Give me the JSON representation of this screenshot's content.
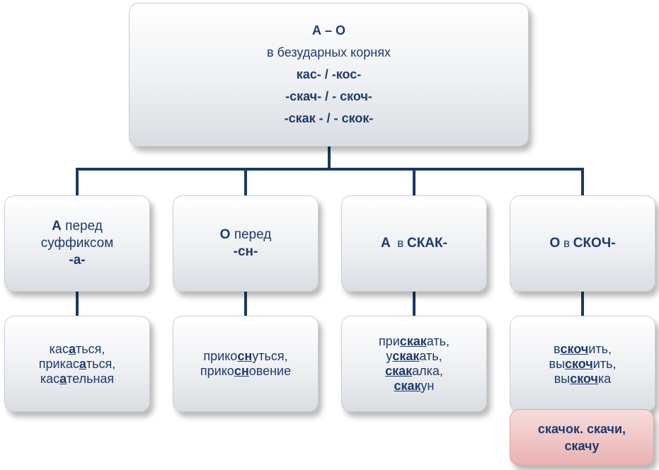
{
  "root": {
    "title": "А – О",
    "subtitle": "в безударных корнях",
    "roots": [
      "кас- / -кос-",
      "-скач- / - скоч-",
      "-скак - / - скок-"
    ]
  },
  "rules": [
    {
      "bold": "А",
      "text": " перед",
      "line2": "суффиксом",
      "line3": "-а-"
    },
    {
      "bold": "О",
      "text": " перед",
      "line2": "-сн-"
    },
    {
      "bold": "А",
      "text": "  в ",
      "bold2": "СКАК-"
    },
    {
      "bold": "О",
      "text": " в ",
      "bold2": "СКОЧ-"
    }
  ],
  "examples": [
    {
      "lines": [
        [
          {
            "t": "кас"
          },
          {
            "t": "а",
            "u": true
          },
          {
            "t": "ться,"
          }
        ],
        [
          {
            "t": "прикас"
          },
          {
            "t": "а",
            "u": true
          },
          {
            "t": "ться,"
          }
        ],
        [
          {
            "t": "кас"
          },
          {
            "t": "а",
            "u": true
          },
          {
            "t": "тельная"
          }
        ]
      ]
    },
    {
      "lines": [
        [
          {
            "t": "прико"
          },
          {
            "t": "сн",
            "u": true
          },
          {
            "t": "уться,"
          }
        ],
        [
          {
            "t": "прико"
          },
          {
            "t": "сн",
            "u": true
          },
          {
            "t": "овение"
          }
        ]
      ]
    },
    {
      "lines": [
        [
          {
            "t": "при"
          },
          {
            "t": "скак",
            "u": true
          },
          {
            "t": "ать,"
          }
        ],
        [
          {
            "t": "у"
          },
          {
            "t": "скак",
            "u": true
          },
          {
            "t": "ать,"
          }
        ],
        [
          {
            "t": "скак",
            "u": true
          },
          {
            "t": "алка,"
          }
        ],
        [
          {
            "t": "скак",
            "u": true
          },
          {
            "t": "ун"
          }
        ]
      ]
    },
    {
      "lines": [
        [
          {
            "t": "в"
          },
          {
            "t": "скоч",
            "u": true
          },
          {
            "t": "ить,"
          }
        ],
        [
          {
            "t": "вы"
          },
          {
            "t": "скоч",
            "u": true
          },
          {
            "t": "ить,"
          }
        ],
        [
          {
            "t": "вы"
          },
          {
            "t": "скоч",
            "u": true
          },
          {
            "t": "ка"
          }
        ]
      ]
    }
  ],
  "exception": {
    "line1": "скачок. скачи,",
    "line2": "скачу"
  },
  "colors": {
    "line": "#1b3a63",
    "text": "#1f3a6e",
    "exception": "#f0c3c3"
  }
}
